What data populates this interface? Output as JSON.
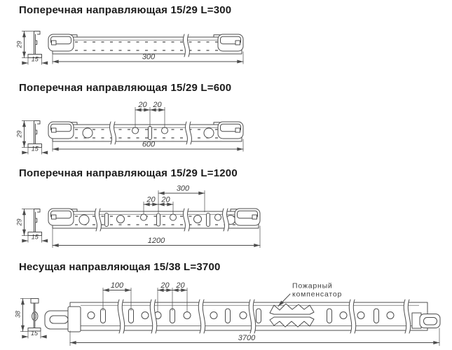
{
  "colors": {
    "background": "#ffffff",
    "line": "#4c4c4c",
    "dimension_text": "#3c3c3c",
    "heading": "#1c1c1c"
  },
  "sections": [
    {
      "title": "Поперечная направляющая 15/29 L=300",
      "cross_section": {
        "height": "29",
        "width": "15"
      },
      "dimensions": {
        "length": "300"
      }
    },
    {
      "title": "Поперечная направляющая 15/29 L=600",
      "cross_section": {
        "height": "29",
        "width": "15"
      },
      "dimensions": {
        "length": "600",
        "pitch_left": "20",
        "pitch_right": "20"
      }
    },
    {
      "title": "Поперечная направляющая 15/29 L=1200",
      "cross_section": {
        "height": "29",
        "width": "15"
      },
      "dimensions": {
        "length": "1200",
        "module": "300",
        "pitch_left": "20",
        "pitch_right": "20"
      }
    },
    {
      "title": "Несущая направляющая 15/38 L=3700",
      "cross_section": {
        "height": "38",
        "width": "15"
      },
      "dimensions": {
        "length": "3700",
        "slot_pitch": "100",
        "pitch_left": "20",
        "pitch_right": "20"
      },
      "callout": {
        "line1": "Пожарный",
        "line2": "компенсатор"
      }
    }
  ]
}
